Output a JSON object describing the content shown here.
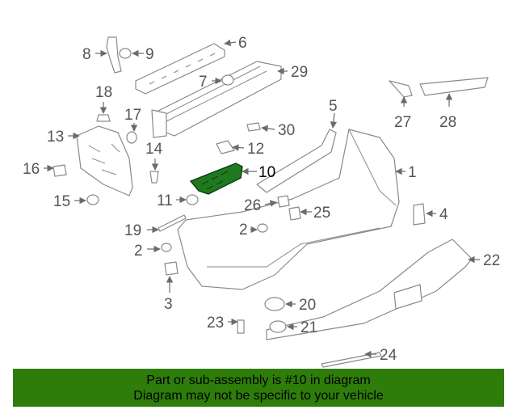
{
  "banner": {
    "line1": "Part or sub-assembly is #10 in diagram",
    "line2": "Diagram may not be specific to your vehicle",
    "background_color": "#2e7d0a"
  },
  "highlight": {
    "part_number": "10",
    "color": "#1f7a1f"
  },
  "callouts": [
    {
      "id": "1",
      "label": "1"
    },
    {
      "id": "2a",
      "label": "2"
    },
    {
      "id": "2b",
      "label": "2"
    },
    {
      "id": "3",
      "label": "3"
    },
    {
      "id": "4",
      "label": "4"
    },
    {
      "id": "5",
      "label": "5"
    },
    {
      "id": "6",
      "label": "6"
    },
    {
      "id": "7",
      "label": "7"
    },
    {
      "id": "8",
      "label": "8"
    },
    {
      "id": "9",
      "label": "9"
    },
    {
      "id": "10",
      "label": "10"
    },
    {
      "id": "11",
      "label": "11"
    },
    {
      "id": "12",
      "label": "12"
    },
    {
      "id": "13",
      "label": "13"
    },
    {
      "id": "14",
      "label": "14"
    },
    {
      "id": "15",
      "label": "15"
    },
    {
      "id": "16",
      "label": "16"
    },
    {
      "id": "17",
      "label": "17"
    },
    {
      "id": "18",
      "label": "18"
    },
    {
      "id": "19",
      "label": "19"
    },
    {
      "id": "20",
      "label": "20"
    },
    {
      "id": "21",
      "label": "21"
    },
    {
      "id": "22",
      "label": "22"
    },
    {
      "id": "23",
      "label": "23"
    },
    {
      "id": "24",
      "label": "24"
    },
    {
      "id": "25",
      "label": "25"
    },
    {
      "id": "26",
      "label": "26"
    },
    {
      "id": "27",
      "label": "27"
    },
    {
      "id": "28",
      "label": "28"
    },
    {
      "id": "29",
      "label": "29"
    },
    {
      "id": "30",
      "label": "30"
    }
  ]
}
